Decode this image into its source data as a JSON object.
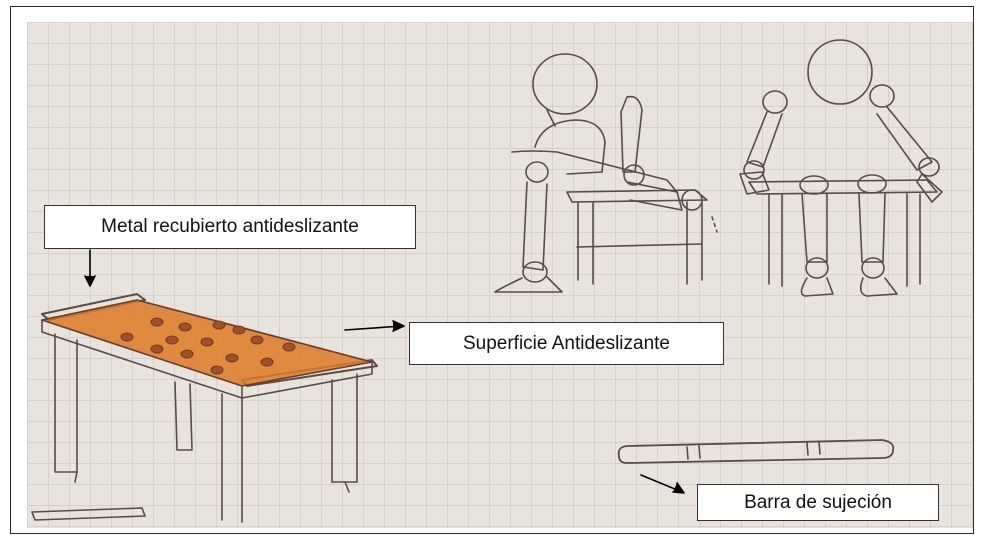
{
  "labels": {
    "metal": "Metal recubierto antideslizante",
    "superficie": "Superficie Antideslizante",
    "barra": "Barra de sujeción"
  },
  "colors": {
    "paper": "#e9e3de",
    "grid": "#d6d0cc",
    "pencil": "#5a4a4a",
    "surface_orange": "#d9792e",
    "surface_dots": "#a2502a"
  }
}
